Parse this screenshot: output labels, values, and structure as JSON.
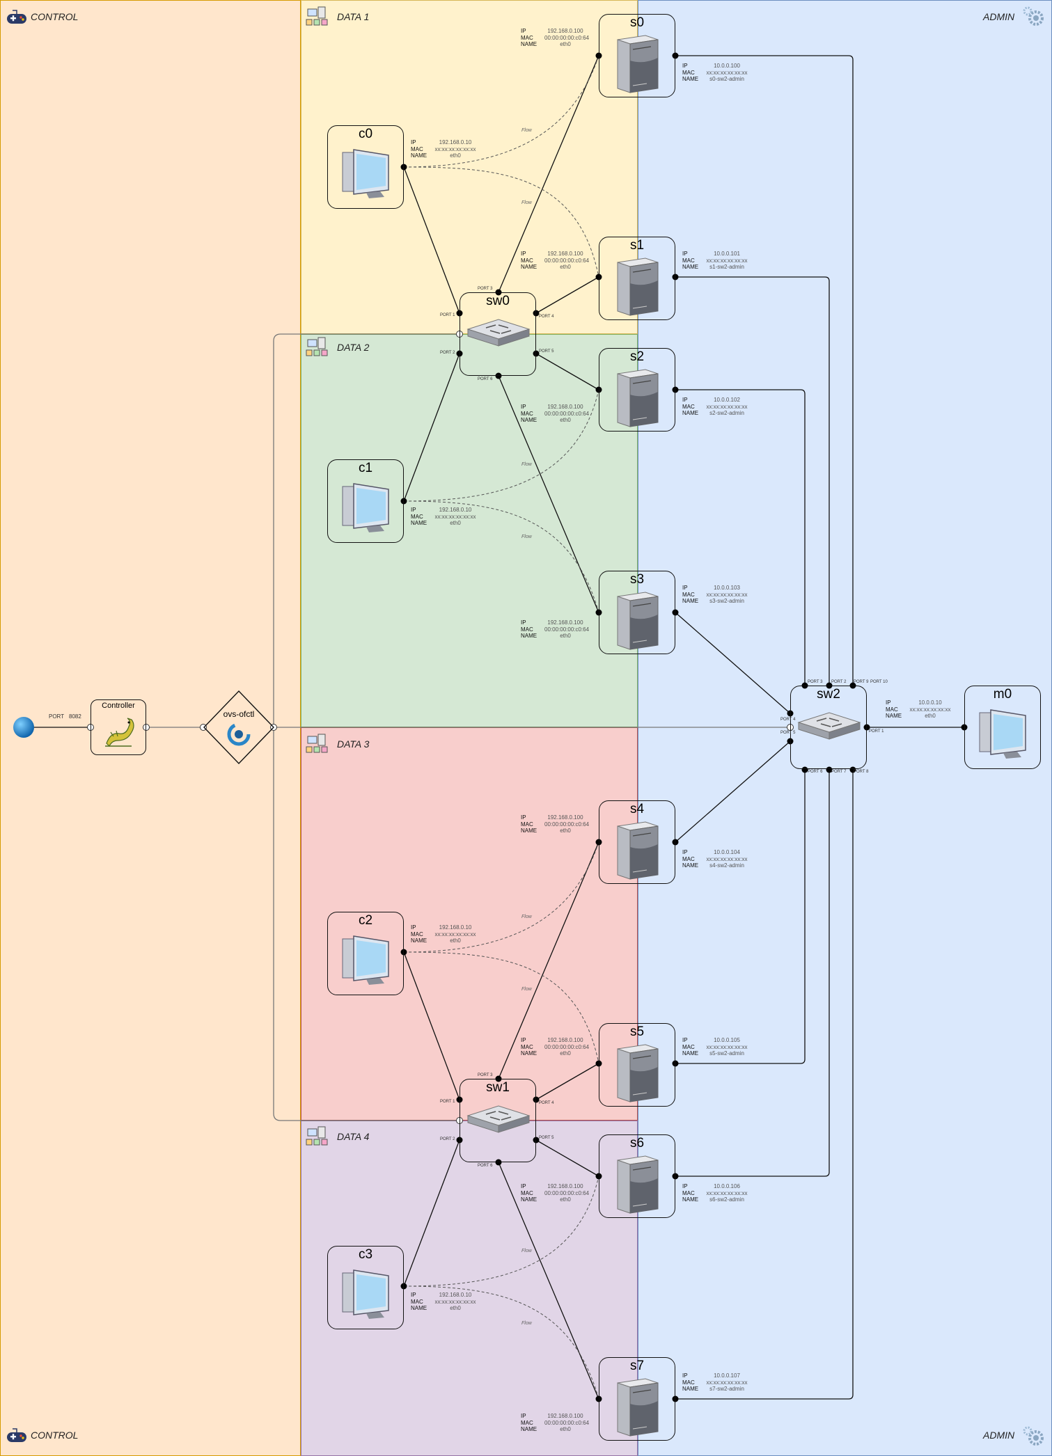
{
  "zones": {
    "control": "CONTROL",
    "data1": "DATA 1",
    "data2": "DATA 2",
    "data3": "DATA 3",
    "data4": "DATA 4",
    "admin": "ADMIN"
  },
  "colors": {
    "control": "#ffe6cc",
    "data1": "#fff2cc",
    "data2": "#d5e8d4",
    "data3": "#f8cecc",
    "data4": "#e1d5e7",
    "admin": "#dae8fc"
  },
  "labels": {
    "ip": "IP",
    "mac": "MAC",
    "name": "NAME",
    "flow": "Flow"
  },
  "controller": {
    "title": "Controller",
    "port_label": "PORT",
    "port_value": "8082"
  },
  "ovs": {
    "title": "ovs-ofctl"
  },
  "clients": [
    {
      "name": "c0",
      "ip": "192.168.0.10",
      "mac": "xx:xx:xx:xx:xx:xx",
      "iface": "eth0"
    },
    {
      "name": "c1",
      "ip": "192.168.0.10",
      "mac": "xx:xx:xx:xx:xx:xx",
      "iface": "eth0"
    },
    {
      "name": "c2",
      "ip": "192.168.0.10",
      "mac": "xx:xx:xx:xx:xx:xx",
      "iface": "eth0"
    },
    {
      "name": "c3",
      "ip": "192.168.0.10",
      "mac": "xx:xx:xx:xx:xx:xx",
      "iface": "eth0"
    }
  ],
  "servers": [
    {
      "name": "s0",
      "data_ip": "192.168.0.100",
      "data_mac": "00:00:00:00:c0:64",
      "data_iface": "eth0",
      "admin_ip": "10.0.0.100",
      "admin_mac": "xx:xx:xx:xx:xx:xx",
      "admin_iface": "s0-sw2-admin"
    },
    {
      "name": "s1",
      "data_ip": "192.168.0.100",
      "data_mac": "00:00:00:00:c0:64",
      "data_iface": "eth0",
      "admin_ip": "10.0.0.101",
      "admin_mac": "xx:xx:xx:xx:xx:xx",
      "admin_iface": "s1-sw2-admin"
    },
    {
      "name": "s2",
      "data_ip": "192.168.0.100",
      "data_mac": "00:00:00:00:c0:64",
      "data_iface": "eth0",
      "admin_ip": "10.0.0.102",
      "admin_mac": "xx:xx:xx:xx:xx:xx",
      "admin_iface": "s2-sw2-admin"
    },
    {
      "name": "s3",
      "data_ip": "192.168.0.100",
      "data_mac": "00:00:00:00:c0:64",
      "data_iface": "eth0",
      "admin_ip": "10.0.0.103",
      "admin_mac": "xx:xx:xx:xx:xx:xx",
      "admin_iface": "s3-sw2-admin"
    },
    {
      "name": "s4",
      "data_ip": "192.168.0.100",
      "data_mac": "00:00:00:00:c0:64",
      "data_iface": "eth0",
      "admin_ip": "10.0.0.104",
      "admin_mac": "xx:xx:xx:xx:xx:xx",
      "admin_iface": "s4-sw2-admin"
    },
    {
      "name": "s5",
      "data_ip": "192.168.0.100",
      "data_mac": "00:00:00:00:c0:64",
      "data_iface": "eth0",
      "admin_ip": "10.0.0.105",
      "admin_mac": "xx:xx:xx:xx:xx:xx",
      "admin_iface": "s5-sw2-admin"
    },
    {
      "name": "s6",
      "data_ip": "192.168.0.100",
      "data_mac": "00:00:00:00:c0:64",
      "data_iface": "eth0",
      "admin_ip": "10.0.0.106",
      "admin_mac": "xx:xx:xx:xx:xx:xx",
      "admin_iface": "s6-sw2-admin"
    },
    {
      "name": "s7",
      "data_ip": "192.168.0.100",
      "data_mac": "00:00:00:00:c0:64",
      "data_iface": "eth0",
      "admin_ip": "10.0.0.107",
      "admin_mac": "xx:xx:xx:xx:xx:xx",
      "admin_iface": "s7-sw2-admin"
    }
  ],
  "switches": [
    {
      "name": "sw0",
      "ports": [
        "PORT 1",
        "PORT 2",
        "PORT 3",
        "PORT 4",
        "PORT 5",
        "PORT 6"
      ]
    },
    {
      "name": "sw1",
      "ports": [
        "PORT 1",
        "PORT 2",
        "PORT 3",
        "PORT 4",
        "PORT 5",
        "PORT 6"
      ]
    },
    {
      "name": "sw2",
      "ports": [
        "PORT 1",
        "PORT 2",
        "PORT 3",
        "PORT 4",
        "PORT 5",
        "PORT 6",
        "PORT 7",
        "PORT 8",
        "PORT 9",
        "PORT 10"
      ]
    }
  ],
  "monitor": {
    "name": "m0",
    "ip": "10.0.0.10",
    "mac": "xx:xx:xx:xx:xx:xx",
    "iface": "eth0"
  },
  "icons": {
    "control": "gamepad-icon",
    "data": "data-devices-icon",
    "admin": "gears-icon",
    "globe": "globe-icon",
    "controller": "dragon-icon",
    "ovs": "ovs-icon",
    "client": "desktop-computer-icon",
    "server": "server-tower-icon",
    "switch": "network-switch-icon"
  }
}
